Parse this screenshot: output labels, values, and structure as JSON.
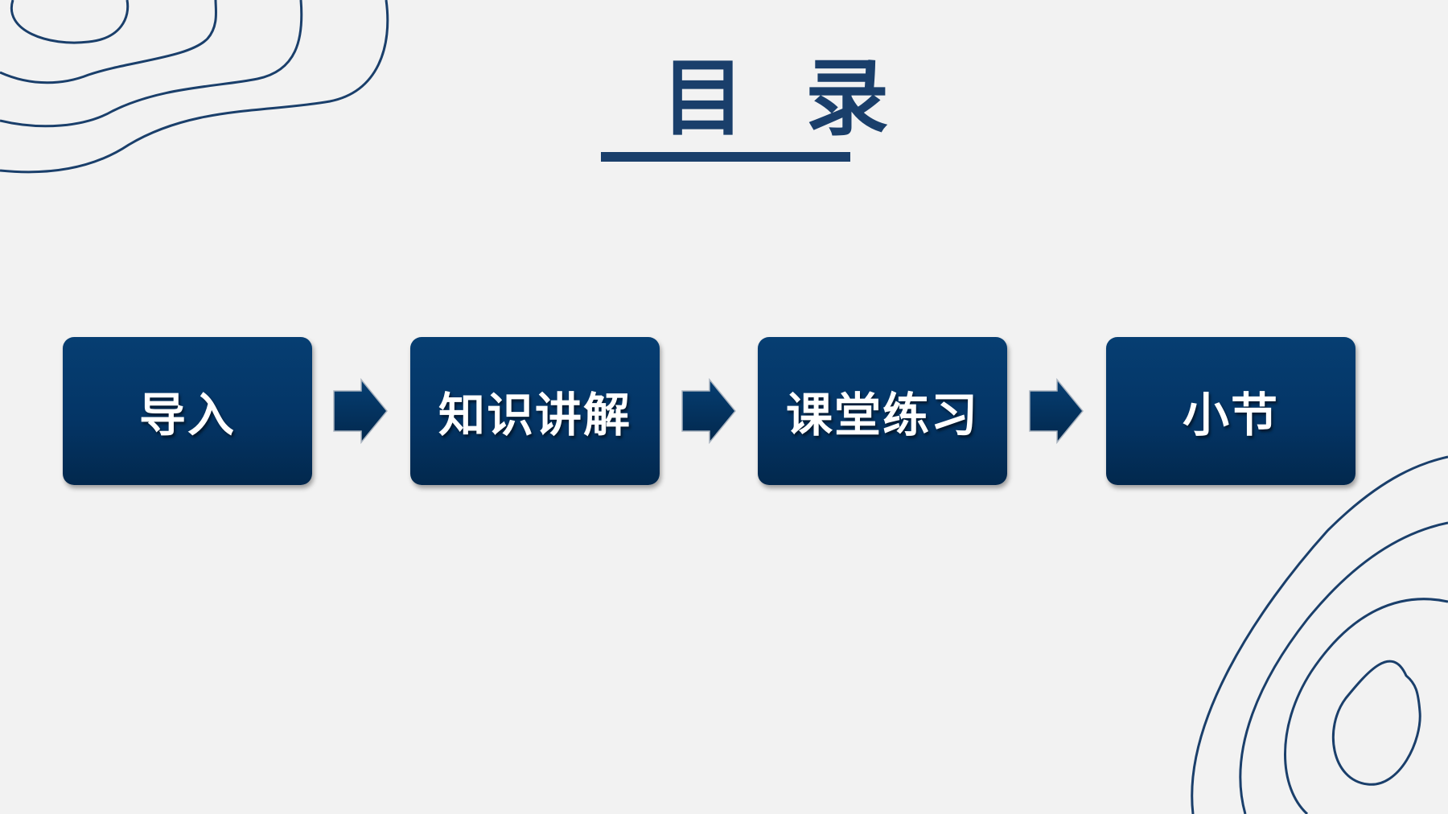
{
  "title": "目录",
  "steps": [
    {
      "label": "导入"
    },
    {
      "label": "知识讲解"
    },
    {
      "label": "课堂练习"
    },
    {
      "label": "小节"
    }
  ],
  "colors": {
    "background": "#f2f2f2",
    "accent": "#1a3f6b",
    "box_top": "#063e72",
    "box_bottom": "#02284d",
    "box_text": "#ffffff"
  },
  "icons": [
    "arrow-right-icon"
  ]
}
